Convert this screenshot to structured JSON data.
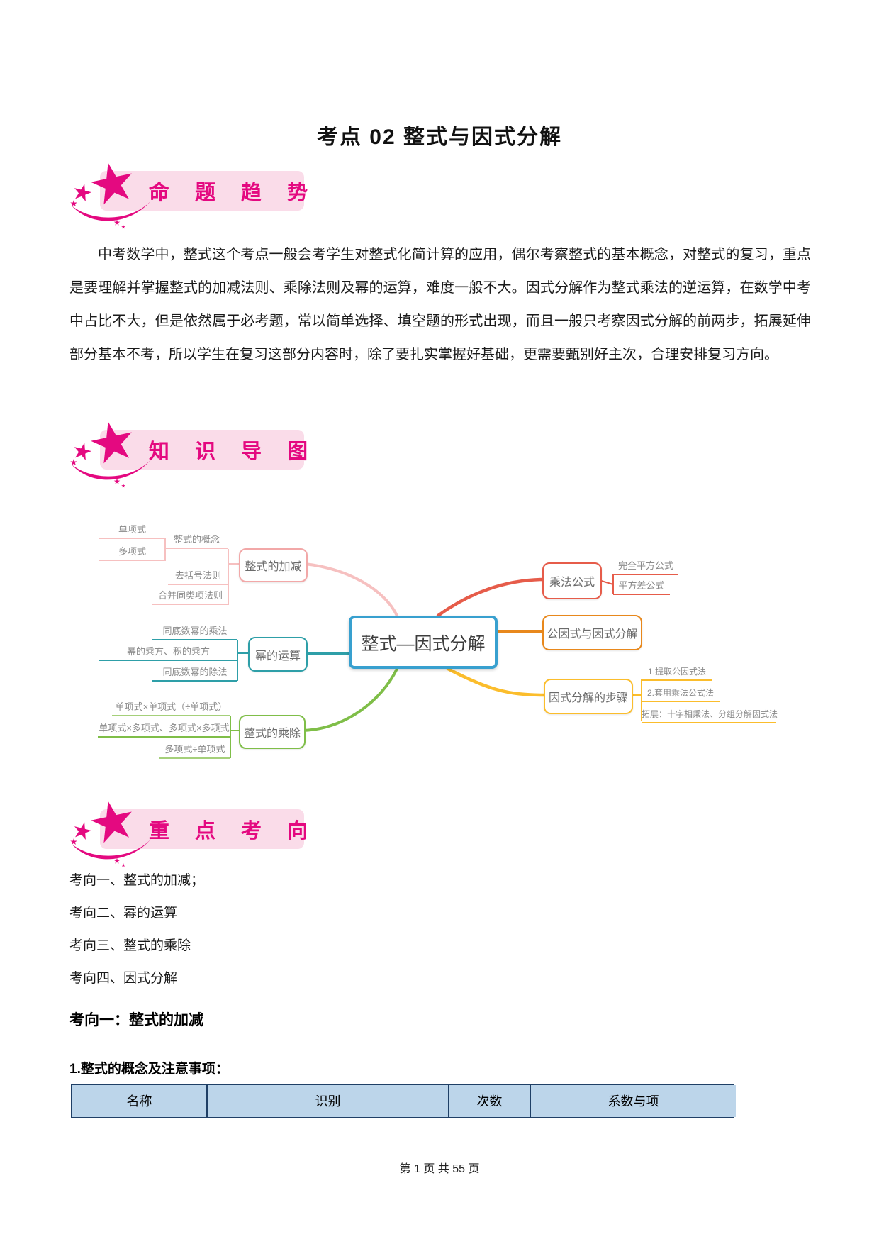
{
  "page": {
    "title": "考点 02 整式与因式分解",
    "footer": "第 1 页 共 55 页"
  },
  "banners": {
    "trend": "命 题 趋 势",
    "knowledge": "知 识 导 图",
    "focus": "重 点 考 向"
  },
  "intro": {
    "text": "中考数学中，整式这个考点一般会考学生对整式化简计算的应用，偶尔考察整式的基本概念，对整式的复习，重点是要理解并掌握整式的加减法则、乘除法则及幂的运算，难度一般不大。因式分解作为整式乘法的逆运算，在数学中考中占比不大，但是依然属于必考题，常以简单选择、填空题的形式出现，而且一般只考察因式分解的前两步，拓展延伸部分基本不考，所以学生在复习这部分内容时，除了要扎实掌握好基础，更需要甄别好主次，合理安排复习方向。"
  },
  "mindmap": {
    "center": "整式—因式分解",
    "addsub": {
      "node": "整式的加减",
      "concept": "整式的概念",
      "mono": "单项式",
      "poly": "多项式",
      "bracket": "去括号法则",
      "combine": "合并同类项法则"
    },
    "power": {
      "node": "幂的运算",
      "c1": "同底数幂的乘法",
      "c2": "幂的乘方、积的乘方",
      "c3": "同底数幂的除法"
    },
    "muldiv": {
      "node": "整式的乘除",
      "c1": "单项式×单项式（÷单项式）",
      "c2": "单项式×多项式、多项式×多项式",
      "c3": "多项式÷单项式"
    },
    "formula": {
      "node": "乘法公式",
      "c1": "完全平方公式",
      "c2": "平方差公式"
    },
    "common": {
      "node": "公因式与因式分解"
    },
    "steps": {
      "node": "因式分解的步骤",
      "c1": "1.提取公因式法",
      "c2": "2.套用乘法公式法",
      "c3": "拓展：十字相乘法、分组分解因式法"
    }
  },
  "directions": {
    "items": [
      "考向一、整式的加减；",
      "考向二、幂的运算",
      "考向三、整式的乘除",
      "考向四、因式分解"
    ]
  },
  "section": {
    "heading": "考向一：整式的加减",
    "subheading": "1.整式的概念及注意事项："
  },
  "table": {
    "headers": [
      "名称",
      "识别",
      "次数",
      "系数与项"
    ]
  },
  "colors": {
    "accent_pink": "#E40980",
    "banner_bg": "#FADCE9",
    "center_blue": "#38A0CF",
    "branch_pink": "#F2A8A8",
    "branch_pink_line": "#F6C0C0",
    "branch_teal": "#2E9FA8",
    "branch_green": "#7FBE48",
    "branch_red": "#E65C4A",
    "branch_orange": "#E8881C",
    "branch_yellow": "#FBBD2C",
    "table_header_bg": "#BCD5EA",
    "table_border": "#1F3F66"
  }
}
